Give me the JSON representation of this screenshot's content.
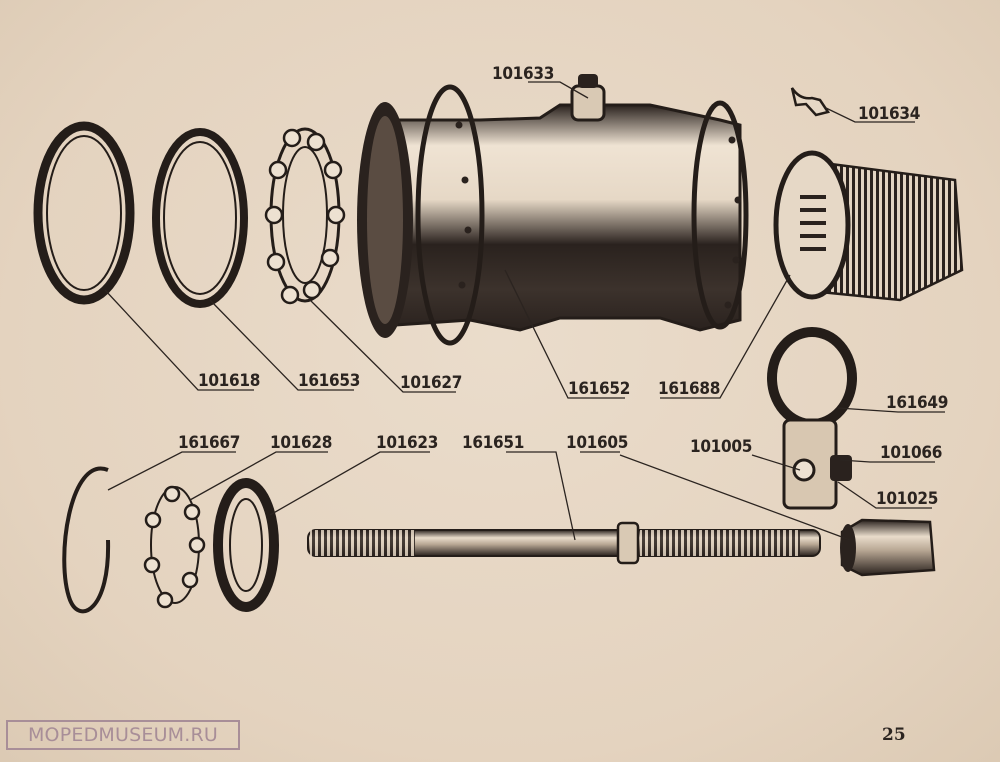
{
  "callouts": [
    {
      "id": "c-101633",
      "text": "101633"
    },
    {
      "id": "c-101634",
      "text": "101634"
    },
    {
      "id": "c-101618",
      "text": "101618"
    },
    {
      "id": "c-161653",
      "text": "161653"
    },
    {
      "id": "c-101627",
      "text": "101627"
    },
    {
      "id": "c-161652",
      "text": "161652"
    },
    {
      "id": "c-161688",
      "text": "161688"
    },
    {
      "id": "c-161649",
      "text": "161649"
    },
    {
      "id": "c-101005",
      "text": "101005"
    },
    {
      "id": "c-101066",
      "text": "101066"
    },
    {
      "id": "c-101025",
      "text": "101025"
    },
    {
      "id": "c-161667",
      "text": "161667"
    },
    {
      "id": "c-101628",
      "text": "101628"
    },
    {
      "id": "c-101623",
      "text": "101623"
    },
    {
      "id": "c-161651",
      "text": "161651"
    },
    {
      "id": "c-101605",
      "text": "101605"
    }
  ],
  "page_number": "25",
  "watermark": "MOPEDMUSEUM.RU",
  "colors": {
    "paper": "#e8d9c6",
    "ink": "#2b2420",
    "watermark": "#a88e98"
  }
}
